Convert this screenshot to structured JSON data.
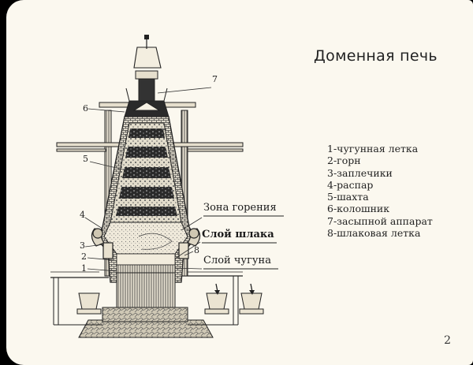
{
  "title": "Доменная печь",
  "legend": [
    "1-чугунная летка",
    "2-горн",
    "3-заплечики",
    "4-распар",
    "5-шахта",
    "6-колошник",
    "7-засыпной аппарат",
    "8-шлаковая летка"
  ],
  "zones": {
    "burning": "Зона горения",
    "slag": "Слой шлака",
    "iron": "Слой чугуна"
  },
  "callouts": [
    "1",
    "2",
    "3",
    "4",
    "5",
    "6",
    "7",
    "8"
  ],
  "page_number": "2",
  "colors": {
    "paper": "#fbf8ef",
    "ink": "#222222",
    "frame": "#000000"
  }
}
